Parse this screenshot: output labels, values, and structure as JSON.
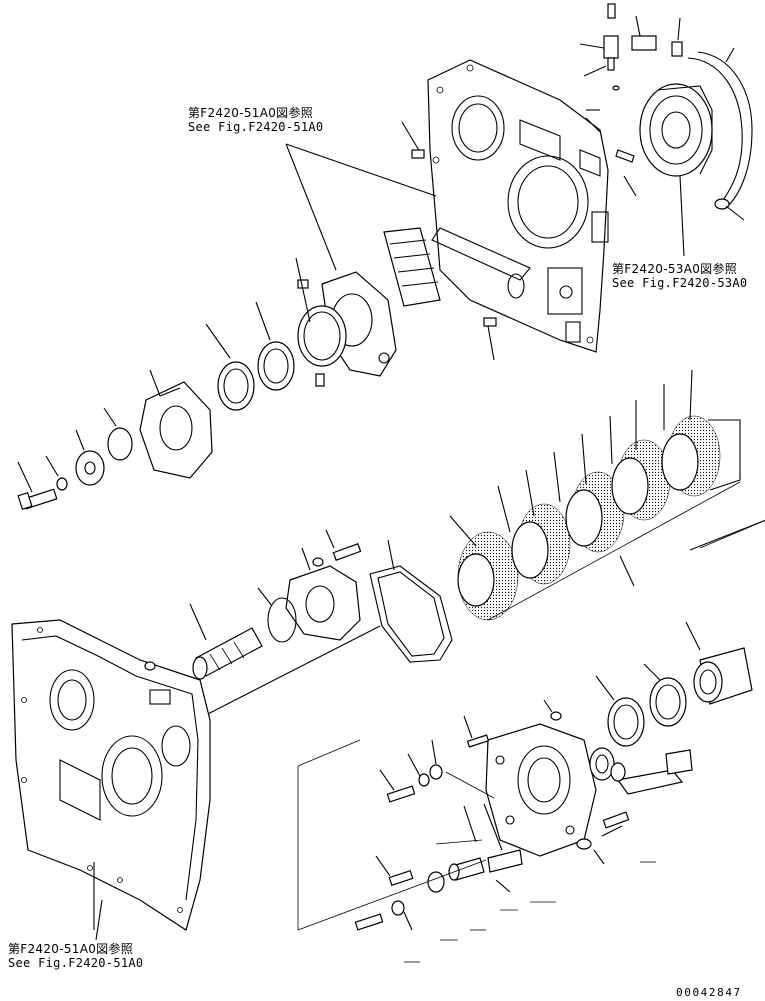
{
  "references": {
    "top_left": {
      "jp": "第F2420-51A0図参照",
      "en": "See Fig.F2420-51A0"
    },
    "right": {
      "jp": "第F2420-53A0図参照",
      "en": "See Fig.F2420-53A0"
    },
    "bottom_left": {
      "jp": "第F2420-51A0図参照",
      "en": "See Fig.F2420-51A0"
    }
  },
  "drawing_number": "00042847",
  "colors": {
    "line": "#000000",
    "background": "#ffffff"
  }
}
